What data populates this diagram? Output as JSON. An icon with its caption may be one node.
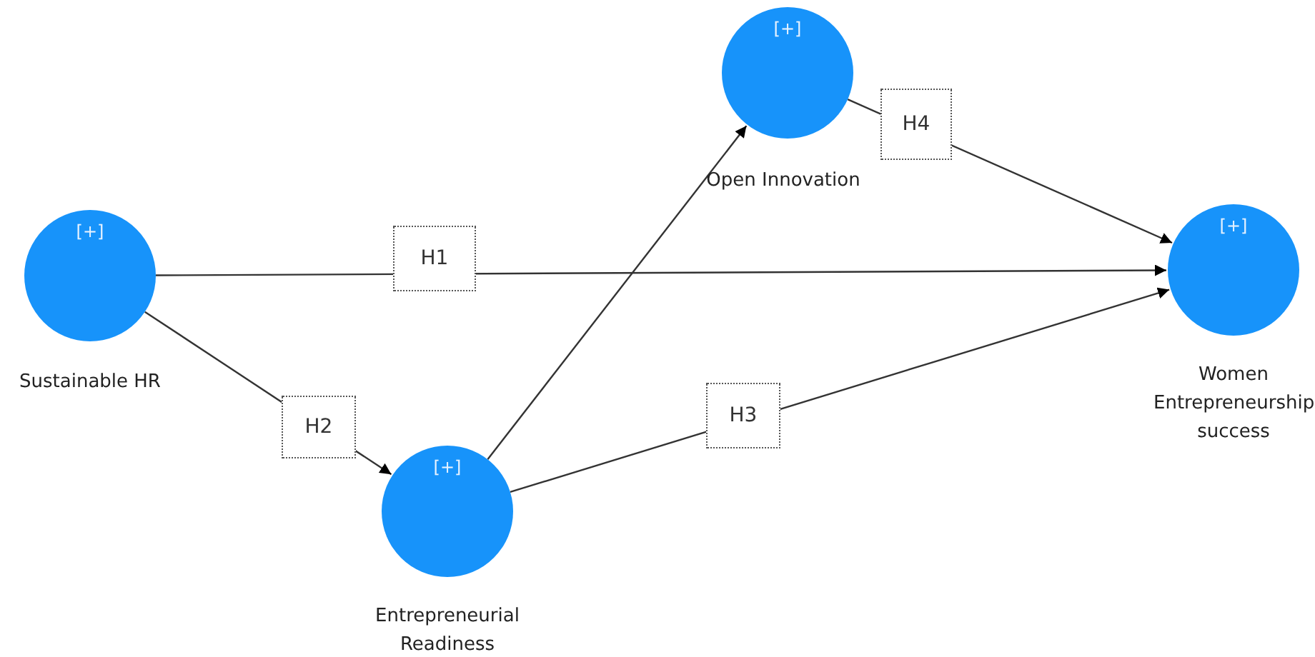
{
  "diagram": {
    "nodes": [
      {
        "text": [
          "[+]"
        ],
        "beside": [
          "Sustainable HR"
        ]
      },
      {
        "text": [
          "[+]"
        ],
        "beside": [
          "Entrepreneurial Readiness"
        ]
      },
      {
        "text": [
          "[+]"
        ],
        "beside": [
          "Open Innovation"
        ]
      },
      {
        "text": [
          "[+]"
        ],
        "beside": [
          "Women Entrepreneurship success"
        ]
      }
    ],
    "edges": [
      {
        "from": 0,
        "to": 3,
        "arrow": "to",
        "label": "H1"
      },
      {
        "from": 0,
        "to": 1,
        "arrow": "to",
        "label": "H2"
      },
      {
        "from": 1,
        "to": 2,
        "arrow": "to"
      },
      {
        "from": 1,
        "to": 3,
        "arrow": "to",
        "label": "H3"
      },
      {
        "from": 2,
        "to": 3,
        "arrow": "to",
        "label": "H4"
      }
    ]
  }
}
